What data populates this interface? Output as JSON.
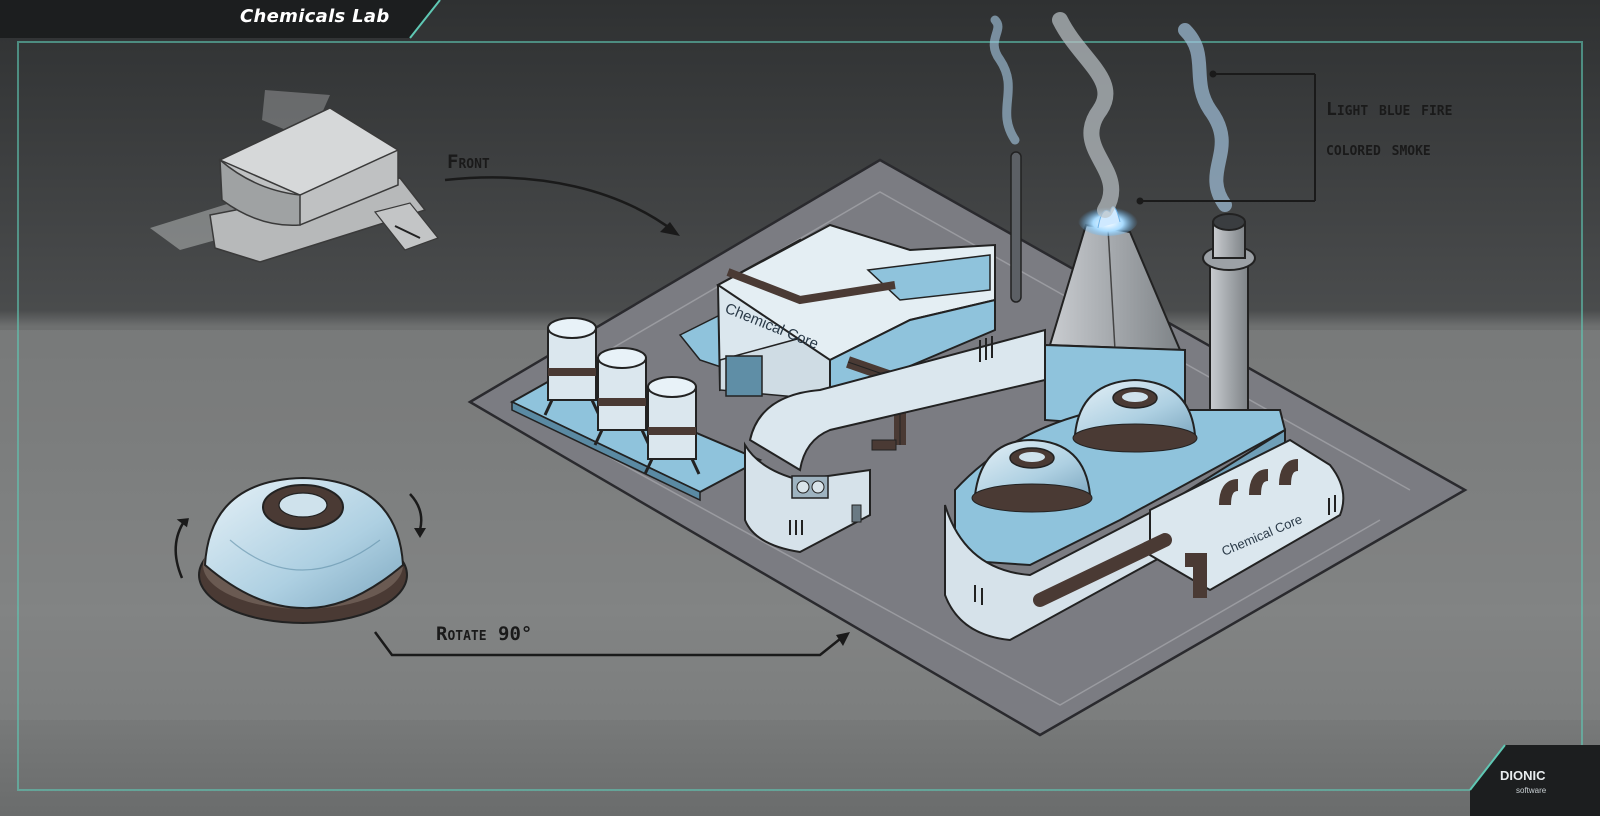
{
  "header": {
    "title": "Chemicals Lab"
  },
  "annotations": {
    "front": "Front",
    "smoke_line1": "Light blue fire",
    "smoke_line2": "colored smoke",
    "rotate": "Rotate 90°"
  },
  "building": {
    "sign_1": "Chemical Core",
    "sign_2": "Chemical Core"
  },
  "logo": {
    "name": "DIONIC",
    "sub": "software"
  },
  "colors": {
    "background_top": "#3c3f40",
    "background_band": "#7c7e7e",
    "frame_glow": "#5fc8b4",
    "plate": "#7b7c82",
    "building_light": "#dbe7ee",
    "building_blue": "#8fc3dc",
    "pipe_brown": "#4a3a34",
    "smoke_blue": "#a9cbe6"
  }
}
